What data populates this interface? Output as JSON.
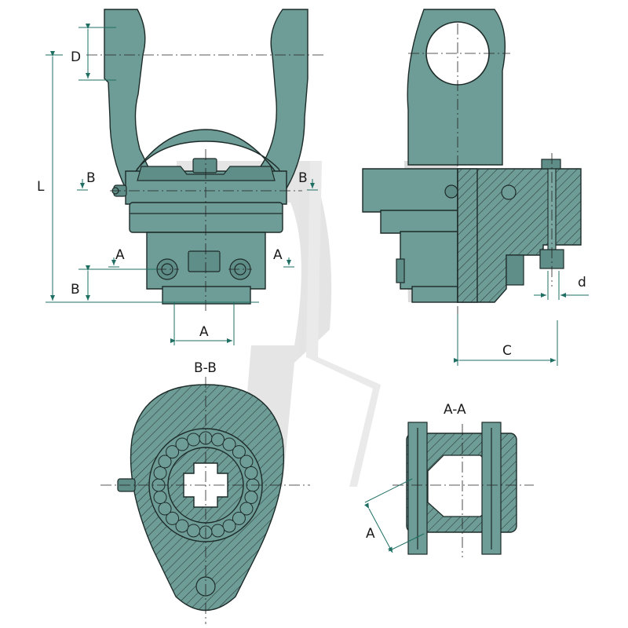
{
  "labels": {
    "D": "D",
    "L": "L",
    "B_left_top": "B",
    "B_right_top": "B",
    "A_left": "A",
    "A_right": "A",
    "B_bottom": "B",
    "A_width": "A",
    "d": "d",
    "C": "C",
    "section_bb": "B-B",
    "section_aa": "A-A",
    "A_section": "A"
  },
  "colors": {
    "part": "#6e9c96",
    "part_dark": "#5f8d87",
    "hatch_line": "#2b3a38",
    "dimension": "#1f6f63",
    "watermark": "#d9d9d9"
  }
}
